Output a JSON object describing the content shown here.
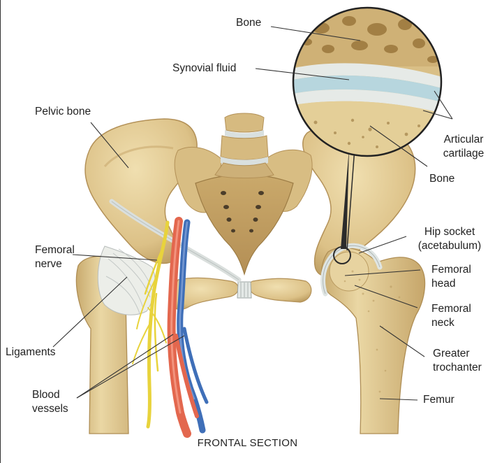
{
  "labels": {
    "bone_top": "Bone",
    "synovial_fluid": "Synovial fluid",
    "pelvic_bone": "Pelvic bone",
    "articular_cartilage_1": "Articular",
    "articular_cartilage_2": "cartilage",
    "bone_bottom": "Bone",
    "femoral_nerve_1": "Femoral",
    "femoral_nerve_2": "nerve",
    "hip_socket_1": "Hip socket",
    "hip_socket_2": "(acetabulum)",
    "femoral_head_1": "Femoral",
    "femoral_head_2": "head",
    "femoral_neck_1": "Femoral",
    "femoral_neck_2": "neck",
    "ligaments": "Ligaments",
    "greater_trochanter_1": "Greater",
    "greater_trochanter_2": "trochanter",
    "blood_vessels_1": "Blood",
    "blood_vessels_2": "vessels",
    "femur": "Femur"
  },
  "caption": "FRONTAL SECTION",
  "colors": {
    "bone": "#e3cd95",
    "bone_shadow": "#c2a468",
    "bone_dark": "#a88a52",
    "cartilage": "#dfe5e3",
    "synovial": "#b4d3dc",
    "artery": "#e3674e",
    "vein": "#3f6fb8",
    "nerve": "#f0e04a",
    "ligament": "#eceee9",
    "leader": "#333333"
  }
}
